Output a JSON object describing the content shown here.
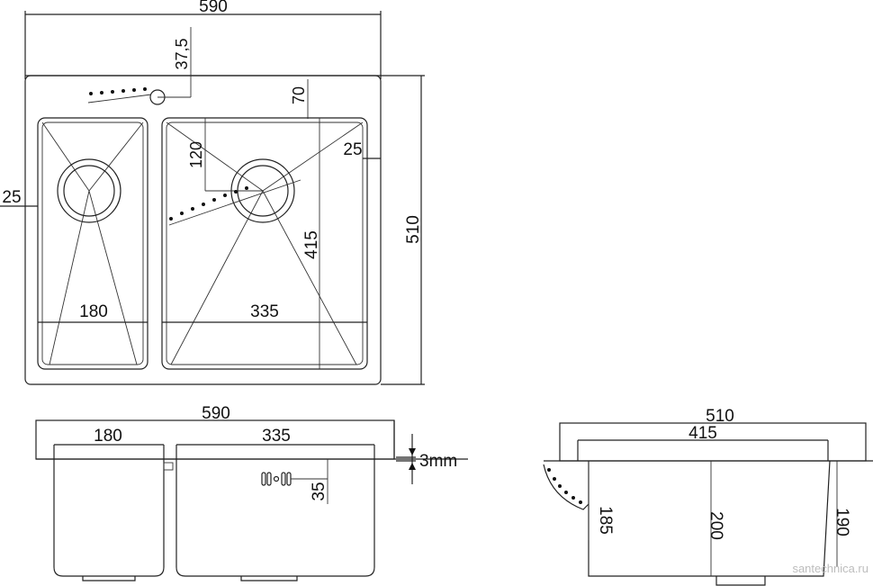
{
  "top_view": {
    "overall_width": "590",
    "faucet_offset": "37,5",
    "deck_depth": "70",
    "left_edge": "25",
    "divider": "120",
    "right_edge": "25",
    "overall_depth": "510",
    "bowl_depth": "415",
    "small_bowl_width": "180",
    "large_bowl_width": "335"
  },
  "front_view": {
    "overall_width": "590",
    "small_bowl_width": "180",
    "large_bowl_width": "335",
    "thickness": "3mm",
    "overflow_height": "35"
  },
  "side_view": {
    "overall_depth": "510",
    "bowl_depth": "415",
    "front_height": "185",
    "bowl_height": "200",
    "rear_height": "190"
  },
  "watermark": "santechnica.ru"
}
